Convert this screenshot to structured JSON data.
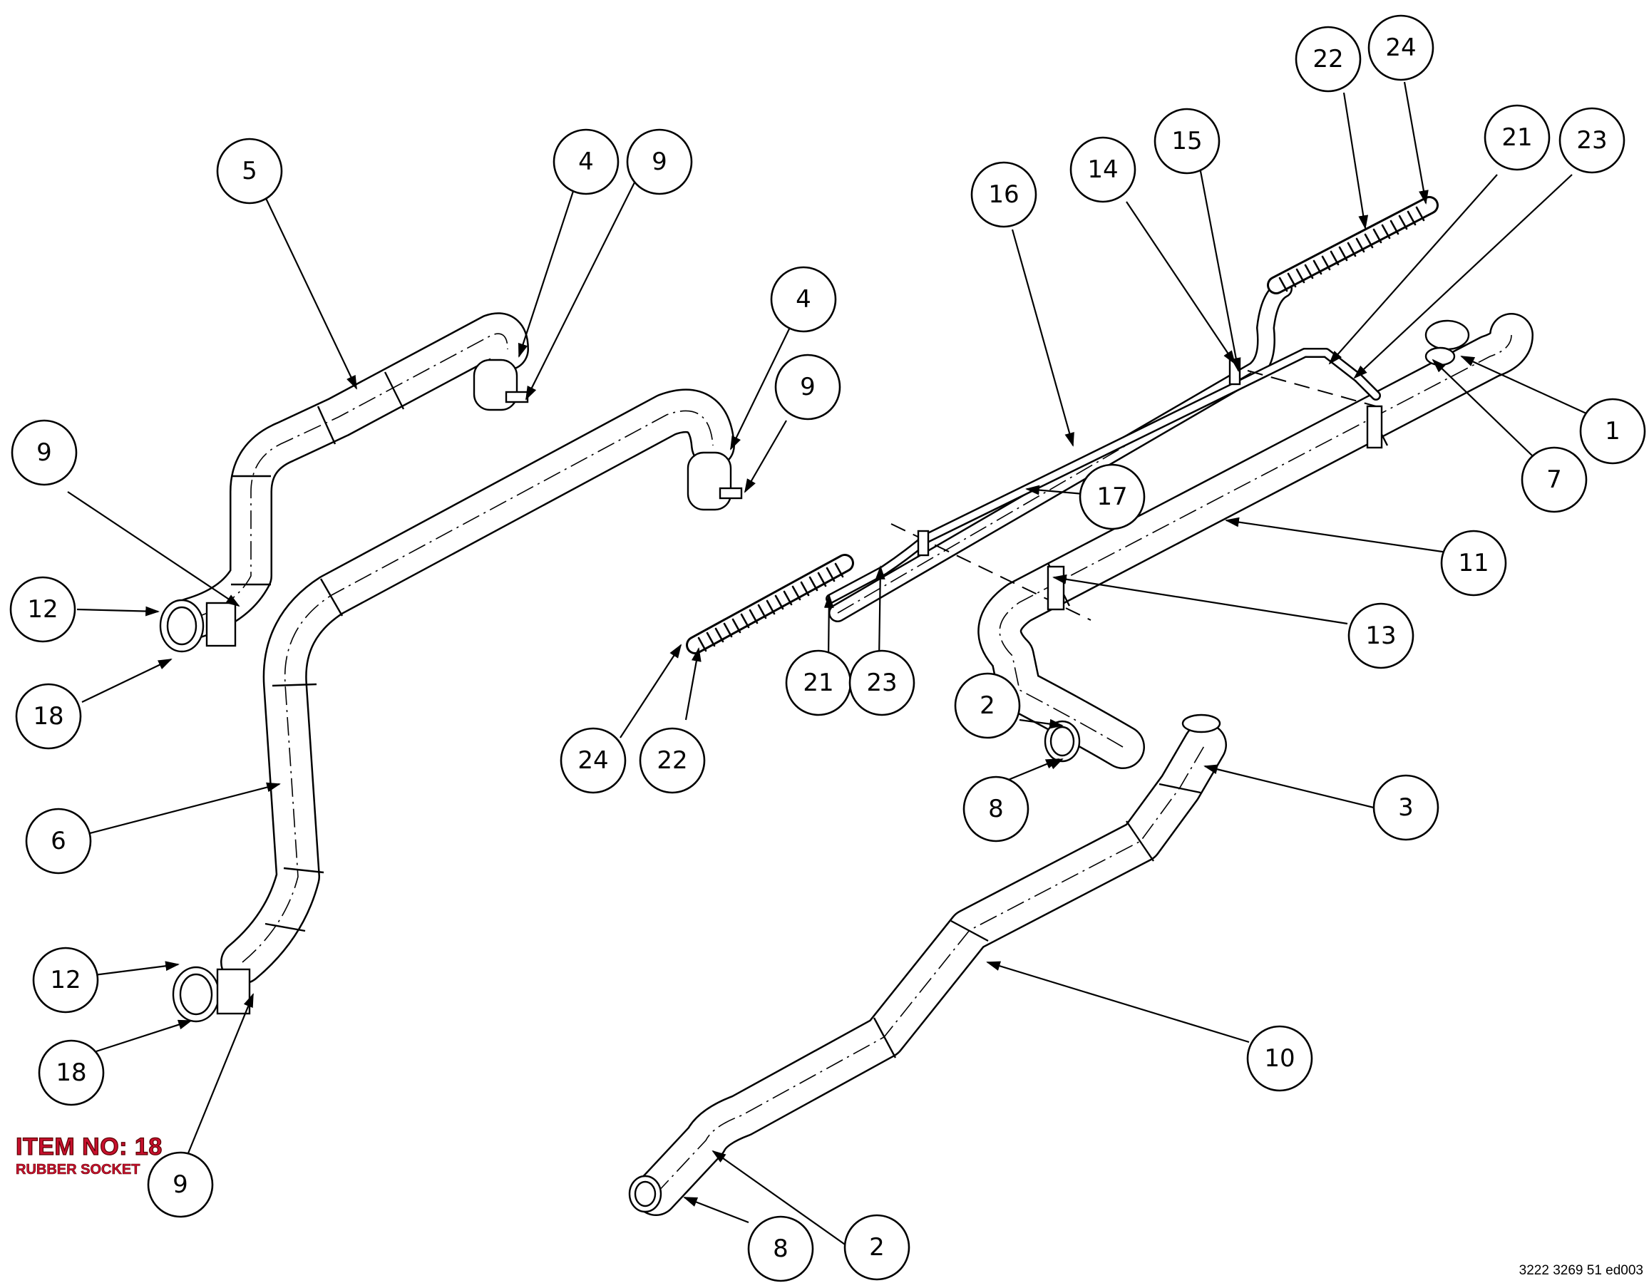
{
  "diagram": {
    "balloons": [
      "1",
      "2",
      "2",
      "3",
      "4",
      "4",
      "5",
      "6",
      "7",
      "8",
      "8",
      "9",
      "9",
      "9",
      "9",
      "10",
      "11",
      "12",
      "12",
      "13",
      "14",
      "15",
      "16",
      "17",
      "18",
      "18",
      "21",
      "21",
      "22",
      "22",
      "23",
      "23",
      "24",
      "24"
    ],
    "item_title": "ITEM NO: 18",
    "item_subtitle": "RUBBER SOCKET",
    "document_number": "3222 3269 51 ed003"
  }
}
